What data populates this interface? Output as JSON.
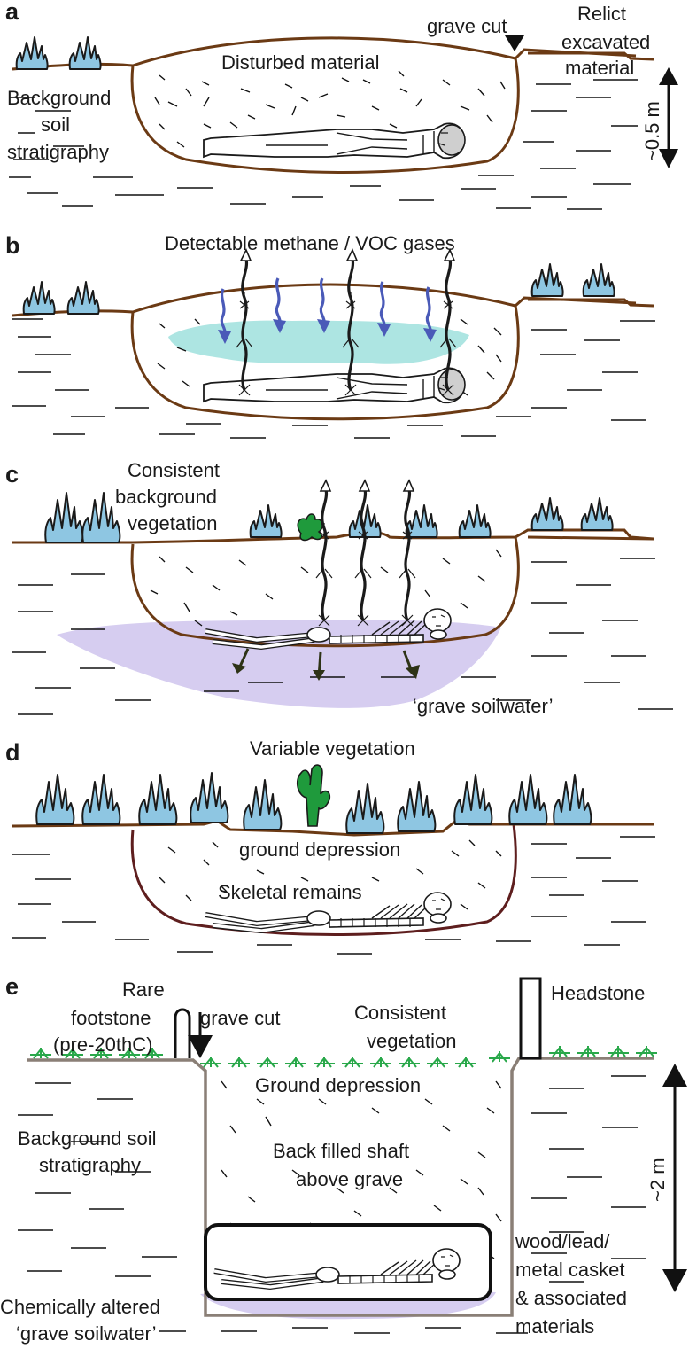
{
  "panels": {
    "a": {
      "label": "a",
      "grave_cut": "grave cut",
      "relict_1": "Relict",
      "relict_2": "excavated",
      "relict_3": "material",
      "disturbed": "Disturbed material",
      "bg_1": "Background",
      "bg_2": "soil",
      "bg_3": "stratigraphy",
      "depth": "~0.5 m"
    },
    "b": {
      "label": "b",
      "gases": "Detectable methane / VOC gases"
    },
    "c": {
      "label": "c",
      "veg_1": "Consistent",
      "veg_2": "background",
      "veg_3": "vegetation",
      "soilwater": "‘grave soilwater’"
    },
    "d": {
      "label": "d",
      "variable": "Variable vegetation",
      "depression": "ground depression",
      "skeletal": "Skeletal remains"
    },
    "e": {
      "label": "e",
      "rare_1": "Rare",
      "rare_2": "footstone",
      "rare_3": "(pre-20thC)",
      "grave_cut": "grave cut",
      "cons_1": "Consistent",
      "cons_2": "vegetation",
      "headstone": "Headstone",
      "ground_dep": "Ground depression",
      "backfill_1": "Back filled shaft",
      "backfill_2": "above grave",
      "bg_1": "Background soil",
      "bg_2": "stratigraphy",
      "depth": "~2 m",
      "casket_1": "wood/lead/",
      "casket_2": "metal casket",
      "casket_3": "& associated",
      "casket_4": "materials",
      "chem_1": "Chemically altered",
      "chem_2": "‘grave soilwater’"
    }
  },
  "colors": {
    "soil_line": "#6b3a14",
    "shaft_line": "#8a7f76",
    "vegetation": "#8ec6e2",
    "plume": "#9fe0dd",
    "soilwater": "#d6cdf0",
    "gas_arrows": "#4a5ab8",
    "plant": "#1f9a3c",
    "grass": "#29a84a"
  }
}
